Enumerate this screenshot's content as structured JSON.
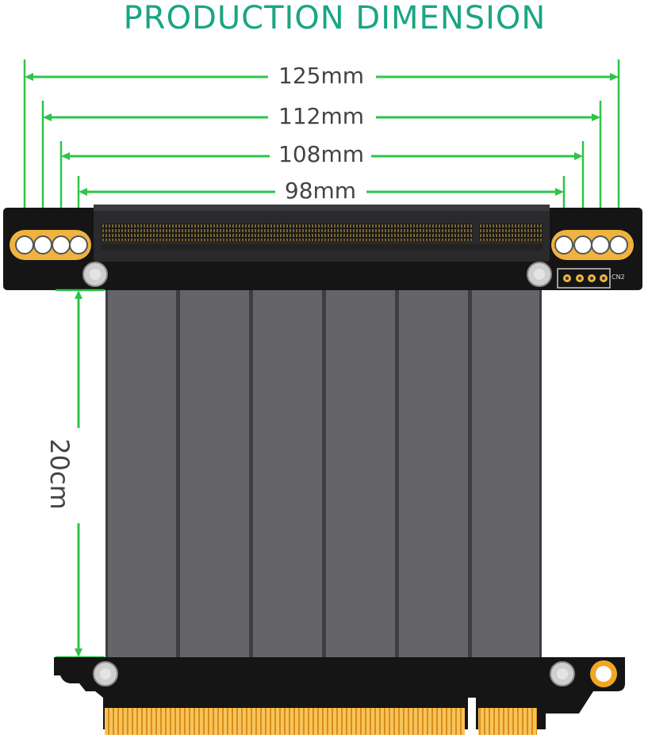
{
  "title": "PRODUCTION  DIMENSION",
  "dimensions": {
    "width_125": "125mm",
    "width_112": "112mm",
    "width_108": "108mm",
    "width_98": "98mm",
    "cable_length": "20cm"
  },
  "connector_label": "CN2",
  "colors": {
    "accent": "#1aa584",
    "dimension_line": "#2ec44a",
    "pcb": "#151515",
    "ribbon": "#646469",
    "ribbon_edge": "#3e3e42",
    "gold": "#f2a623",
    "pad_gold": "#f0b340"
  }
}
